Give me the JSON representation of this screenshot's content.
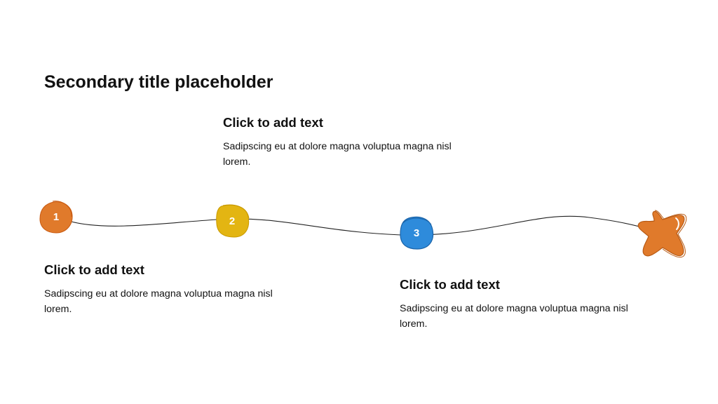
{
  "title": "Secondary title placeholder",
  "steps": [
    {
      "number": "1",
      "heading": "Click to add text",
      "body": "Sadipscing eu at dolore magna voluptua magna nisl lorem.",
      "color": "#E07A2B"
    },
    {
      "number": "2",
      "heading": "Click to add text",
      "body": "Sadipscing eu at dolore magna voluptua magna nisl lorem.",
      "color": "#E3B512"
    },
    {
      "number": "3",
      "heading": "Click to add text",
      "body": "Sadipscing eu at dolore magna voluptua magna nisl lorem.",
      "color": "#2E8BDB"
    }
  ],
  "end_marker": {
    "icon": "star-icon",
    "color": "#E07A2B"
  },
  "line_color": "#222222"
}
